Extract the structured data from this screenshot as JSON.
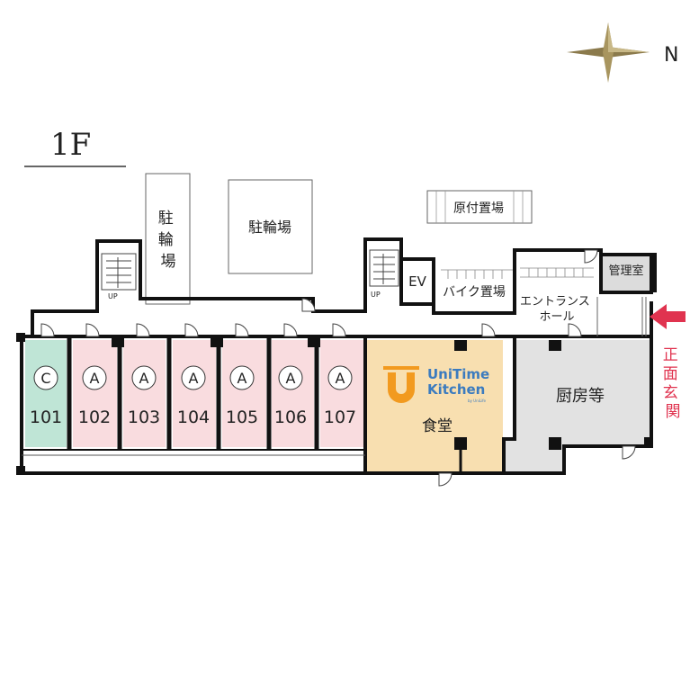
{
  "floor": {
    "label": "1F"
  },
  "compass": {
    "north_label": "N",
    "color": "#8b7a4c"
  },
  "colors": {
    "room_a": "#f9dcdf",
    "room_c": "#bfe5d6",
    "dining": "#f8dfb0",
    "kitchen": "#e2e2e2",
    "accent_arrow": "#e0334f",
    "logo_orange": "#f29a1f",
    "logo_blue": "#3b7bbf",
    "wall": "#111111"
  },
  "parking": {
    "bicycle_tall": "駐\n輪\n場",
    "bicycle_wide": "駐輪場",
    "moped": "原付置場",
    "motorbike": "バイク置場"
  },
  "stairs": {
    "up_label": "UP"
  },
  "elevator": {
    "label": "EV"
  },
  "entrance": {
    "hall": "エントランス\nホール",
    "main": "正\n面\n玄\n関",
    "office": "管理室"
  },
  "rooms": [
    {
      "type": "C",
      "number": "101"
    },
    {
      "type": "A",
      "number": "102"
    },
    {
      "type": "A",
      "number": "103"
    },
    {
      "type": "A",
      "number": "104"
    },
    {
      "type": "A",
      "number": "105"
    },
    {
      "type": "A",
      "number": "106"
    },
    {
      "type": "A",
      "number": "107"
    }
  ],
  "dining": {
    "logo_line1": "UniTime",
    "logo_line2": "Kitchen",
    "logo_by": "by UniLife",
    "label": "食堂"
  },
  "kitchen": {
    "label": "厨房等"
  }
}
